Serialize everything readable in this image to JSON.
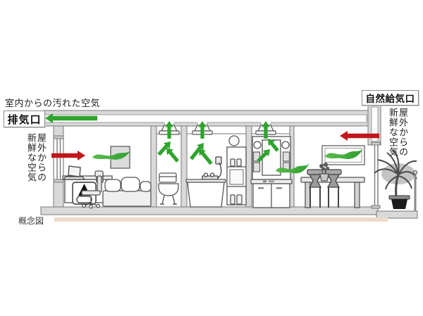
{
  "labels": {
    "dirty_air": "室内からの汚れた空気",
    "exhaust_port": "排気口",
    "supply_port": "自然給気口",
    "fresh_air_left": "屋外からの新鮮な空気",
    "fresh_air_right": "屋外からの新鮮な空気",
    "caption": "概念図"
  },
  "colors": {
    "arrow_green": "#2fa32d",
    "arrow_red": "#c3161c",
    "wall_gray": "#d9d9d9",
    "wall_stroke": "#767676",
    "floor_beige": "#ecdbca",
    "ink": "#222222"
  }
}
